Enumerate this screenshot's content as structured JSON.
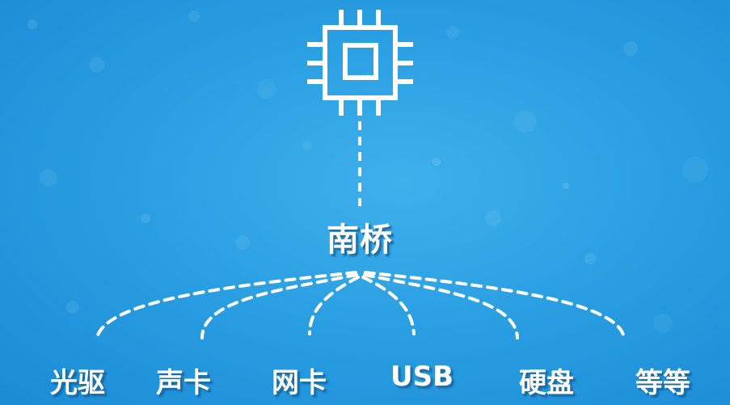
{
  "hub": {
    "label": "南桥"
  },
  "devices": [
    {
      "label": "光驱"
    },
    {
      "label": "声卡"
    },
    {
      "label": "网卡"
    },
    {
      "label": "USB"
    },
    {
      "label": "硬盘"
    },
    {
      "label": "等等"
    }
  ],
  "colors": {
    "background": "#2a9fe2",
    "line": "#ffffff"
  },
  "icons": {
    "top": "cpu-chip-icon"
  }
}
